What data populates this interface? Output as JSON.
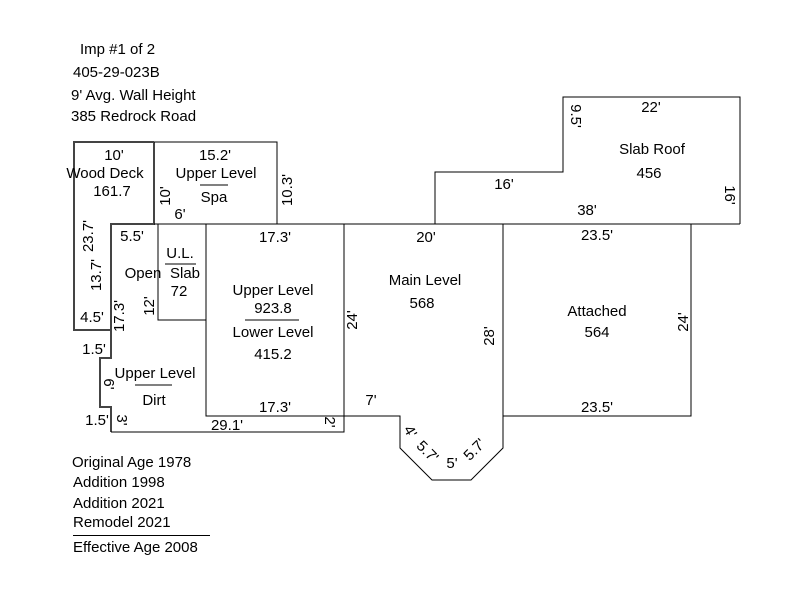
{
  "header": {
    "imp": "Imp #1 of 2",
    "parcel": "405-29-023B",
    "wall_height": "9' Avg. Wall Height",
    "address": "385 Redrock Road"
  },
  "ages": {
    "original": "Original Age 1978",
    "addition1": "Addition 1998",
    "addition2": "Addition 2021",
    "remodel": "Remodel 2021",
    "effective": "Effective Age 2008"
  },
  "areas": {
    "wood_deck": {
      "label": "Wood Deck",
      "value": "161.7"
    },
    "spa": {
      "upper": "Upper Level",
      "lower": "Spa"
    },
    "open_slab": {
      "label": "Open",
      "label2": "Slab",
      "ul": "U.L.",
      "value": "72"
    },
    "upper_lower": {
      "upper": "Upper Level",
      "upper_value": "923.8",
      "lower": "Lower Level",
      "lower_value": "415.2"
    },
    "dirt": {
      "upper": "Upper Level",
      "lower": "Dirt"
    },
    "main": {
      "label": "Main Level",
      "value": "568"
    },
    "slab_roof": {
      "label": "Slab Roof",
      "value": "456"
    },
    "attached": {
      "label": "Attached",
      "value": "564"
    }
  },
  "dimensions": {
    "deck_top": "10'",
    "spa_top": "15.2'",
    "spa_left": "10'",
    "spa_right": "10.3'",
    "spa_bottom": "6'",
    "deck_left_outer": "23.7'",
    "deck_left_inner": "13.7'",
    "deck_bottom": "4.5'",
    "slab_top": "5.5'",
    "slab_left": "17.3'",
    "ul_left": "12'",
    "step1": "1.5'",
    "dirt_left": "6'",
    "step2": "1.5'",
    "dirt_small": "3'",
    "bottom_total": "29.1'",
    "bottom_small": "2'",
    "ul_top": "17.3'",
    "ul_bottom": "17.3'",
    "ul_right": "24'",
    "main_top": "20'",
    "main_left_bottom": "7'",
    "main_right": "28'",
    "bay_left": "4'",
    "bay_diag_left": "5.7'",
    "bay_bottom": "5'",
    "bay_diag_right": "5.7'",
    "roof_top": "22'",
    "roof_left": "9.5'",
    "roof_mid": "16'",
    "roof_bottom": "38'",
    "roof_right": "16'",
    "att_top": "23.5'",
    "att_bottom": "23.5'",
    "att_right": "24'"
  }
}
